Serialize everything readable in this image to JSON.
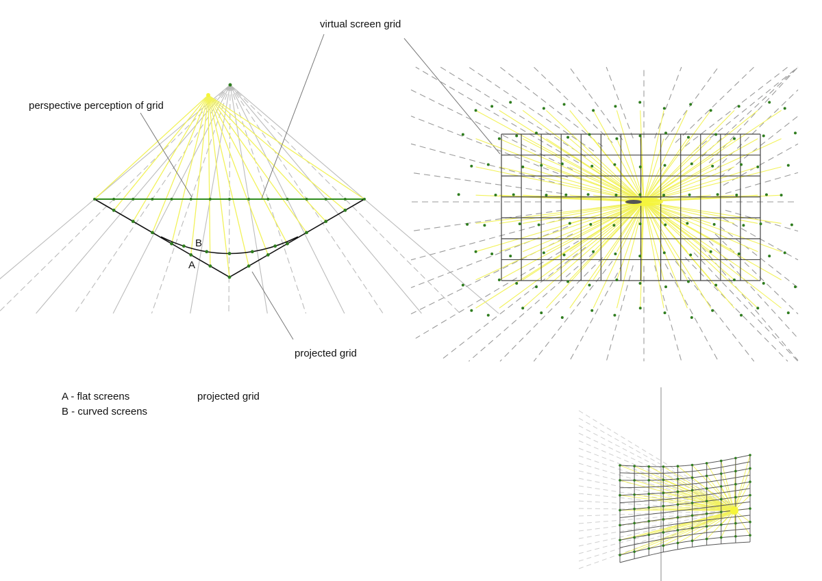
{
  "labels": {
    "virtual_screen_grid": "virtual screen grid",
    "perspective_perception": "perspective perception of grid",
    "projected_grid": "projected grid",
    "projected_grid_2": "projected grid",
    "point_a": "A",
    "point_b": "B"
  },
  "legend": {
    "a": "A - flat screens",
    "b": "B - curved screens"
  },
  "colors": {
    "ray": "#f2f25a",
    "dash": "#9a9a9a",
    "grid": "#444444",
    "node": "#2f7d1f",
    "screen": "#2e8b1e",
    "leader": "#777777"
  }
}
